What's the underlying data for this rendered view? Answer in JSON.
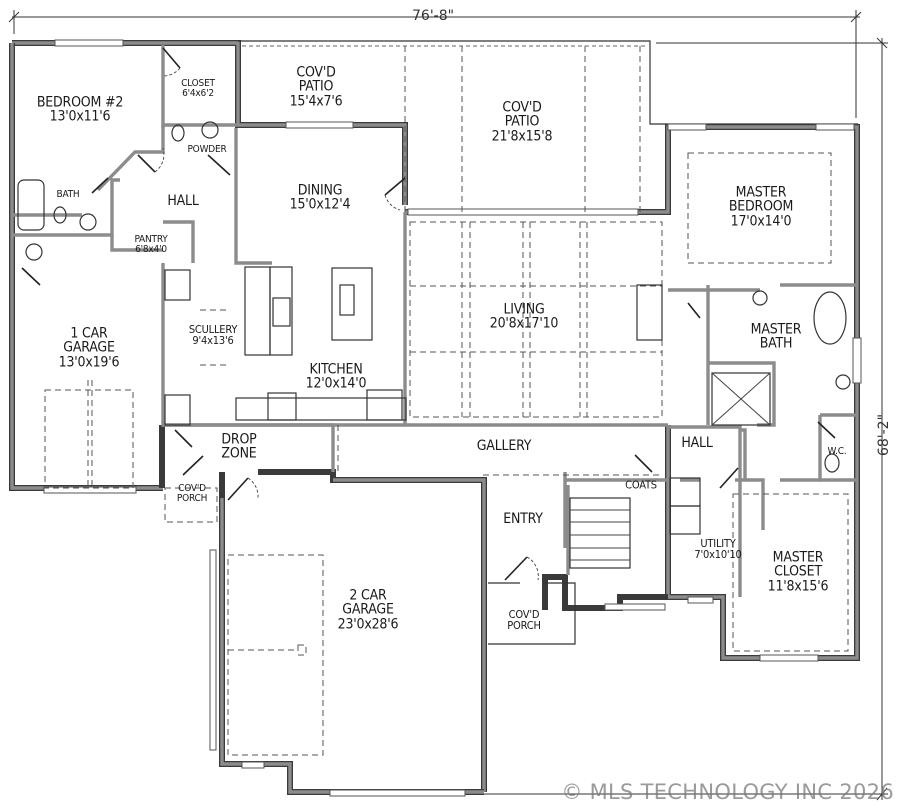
{
  "plan": {
    "dimensions": {
      "width": "76'-8\"",
      "depth": "68'-2\""
    },
    "rooms": [
      {
        "id": "bedroom-2",
        "name": "BEDROOM #2",
        "size": "13'0x11'6"
      },
      {
        "id": "closet",
        "name": "CLOSET",
        "size": "6'4x6'2"
      },
      {
        "id": "powder",
        "name": "POWDER",
        "size": ""
      },
      {
        "id": "bath",
        "name": "BATH",
        "size": ""
      },
      {
        "id": "hall-west",
        "name": "HALL",
        "size": ""
      },
      {
        "id": "pantry",
        "name": "PANTRY",
        "size": "6'8x4'0"
      },
      {
        "id": "covd-patio-west",
        "name": "COV'D PATIO",
        "size": "15'4x7'6"
      },
      {
        "id": "covd-patio-center",
        "name": "COV'D PATIO",
        "size": "21'8x15'8"
      },
      {
        "id": "dining",
        "name": "DINING",
        "size": "15'0x12'4"
      },
      {
        "id": "master-bedroom",
        "name": "MASTER BEDROOM",
        "size": "17'0x14'0"
      },
      {
        "id": "living",
        "name": "LIVING",
        "size": "20'8x17'10"
      },
      {
        "id": "scullery",
        "name": "SCULLERY",
        "size": "9'4x13'6"
      },
      {
        "id": "kitchen",
        "name": "KITCHEN",
        "size": "12'0x14'0"
      },
      {
        "id": "one-car-garage",
        "name": "1 CAR GARAGE",
        "size": "13'0x19'6"
      },
      {
        "id": "master-bath",
        "name": "MASTER BATH",
        "size": ""
      },
      {
        "id": "drop-zone",
        "name": "DROP ZONE",
        "size": ""
      },
      {
        "id": "gallery",
        "name": "GALLERY",
        "size": ""
      },
      {
        "id": "hall-east",
        "name": "HALL",
        "size": ""
      },
      {
        "id": "wc",
        "name": "W.C.",
        "size": ""
      },
      {
        "id": "covd-porch-west",
        "name": "COV'D PORCH",
        "size": ""
      },
      {
        "id": "coats",
        "name": "COATS",
        "size": ""
      },
      {
        "id": "entry",
        "name": "ENTRY",
        "size": ""
      },
      {
        "id": "utility",
        "name": "UTILITY",
        "size": "7'0x10'10"
      },
      {
        "id": "master-closet",
        "name": "MASTER CLOSET",
        "size": "11'8x15'6"
      },
      {
        "id": "two-car-garage",
        "name": "2 CAR GARAGE",
        "size": "23'0x28'6"
      },
      {
        "id": "covd-porch-front",
        "name": "COV'D PORCH",
        "size": ""
      }
    ],
    "labels": {
      "bedroom_2": {
        "l1": "BEDROOM #2",
        "l2": "13'0x11'6"
      },
      "closet": {
        "l1": "CLOSET",
        "l2": "6'4x6'2"
      },
      "powder": {
        "l1": "POWDER"
      },
      "bath": {
        "l1": "BATH"
      },
      "hall_west": {
        "l1": "HALL"
      },
      "pantry": {
        "l1": "PANTRY",
        "l2": "6'8x4'0"
      },
      "patio_west": {
        "l1": "COV'D",
        "l2": "PATIO",
        "l3": "15'4x7'6"
      },
      "patio_center": {
        "l1": "COV'D",
        "l2": "PATIO",
        "l3": "21'8x15'8"
      },
      "dining": {
        "l1": "DINING",
        "l2": "15'0x12'4"
      },
      "master_bedroom": {
        "l1": "MASTER",
        "l2": "BEDROOM",
        "l3": "17'0x14'0"
      },
      "living": {
        "l1": "LIVING",
        "l2": "20'8x17'10"
      },
      "scullery": {
        "l1": "SCULLERY",
        "l2": "9'4x13'6"
      },
      "kitchen": {
        "l1": "KITCHEN",
        "l2": "12'0x14'0"
      },
      "garage_1": {
        "l1": "1 CAR",
        "l2": "GARAGE",
        "l3": "13'0x19'6"
      },
      "master_bath": {
        "l1": "MASTER",
        "l2": "BATH"
      },
      "drop_zone": {
        "l1": "DROP",
        "l2": "ZONE"
      },
      "gallery": {
        "l1": "GALLERY"
      },
      "hall_east": {
        "l1": "HALL"
      },
      "wc": {
        "l1": "W.C."
      },
      "porch_west": {
        "l1": "COV'D",
        "l2": "PORCH"
      },
      "coats": {
        "l1": "COATS"
      },
      "entry": {
        "l1": "ENTRY"
      },
      "utility": {
        "l1": "UTILITY",
        "l2": "7'0x10'10"
      },
      "master_closet": {
        "l1": "MASTER",
        "l2": "CLOSET",
        "l3": "11'8x15'6"
      },
      "garage_2": {
        "l1": "2 CAR",
        "l2": "GARAGE",
        "l3": "23'0x28'6"
      },
      "porch_front": {
        "l1": "COV'D",
        "l2": "PORCH"
      }
    }
  },
  "watermark": "© MLS TECHNOLOGY INC 2026",
  "colors": {
    "wall_fill": "#8a8a8a",
    "wall_line": "#333333",
    "dashed": "#555555",
    "background": "#ffffff"
  }
}
